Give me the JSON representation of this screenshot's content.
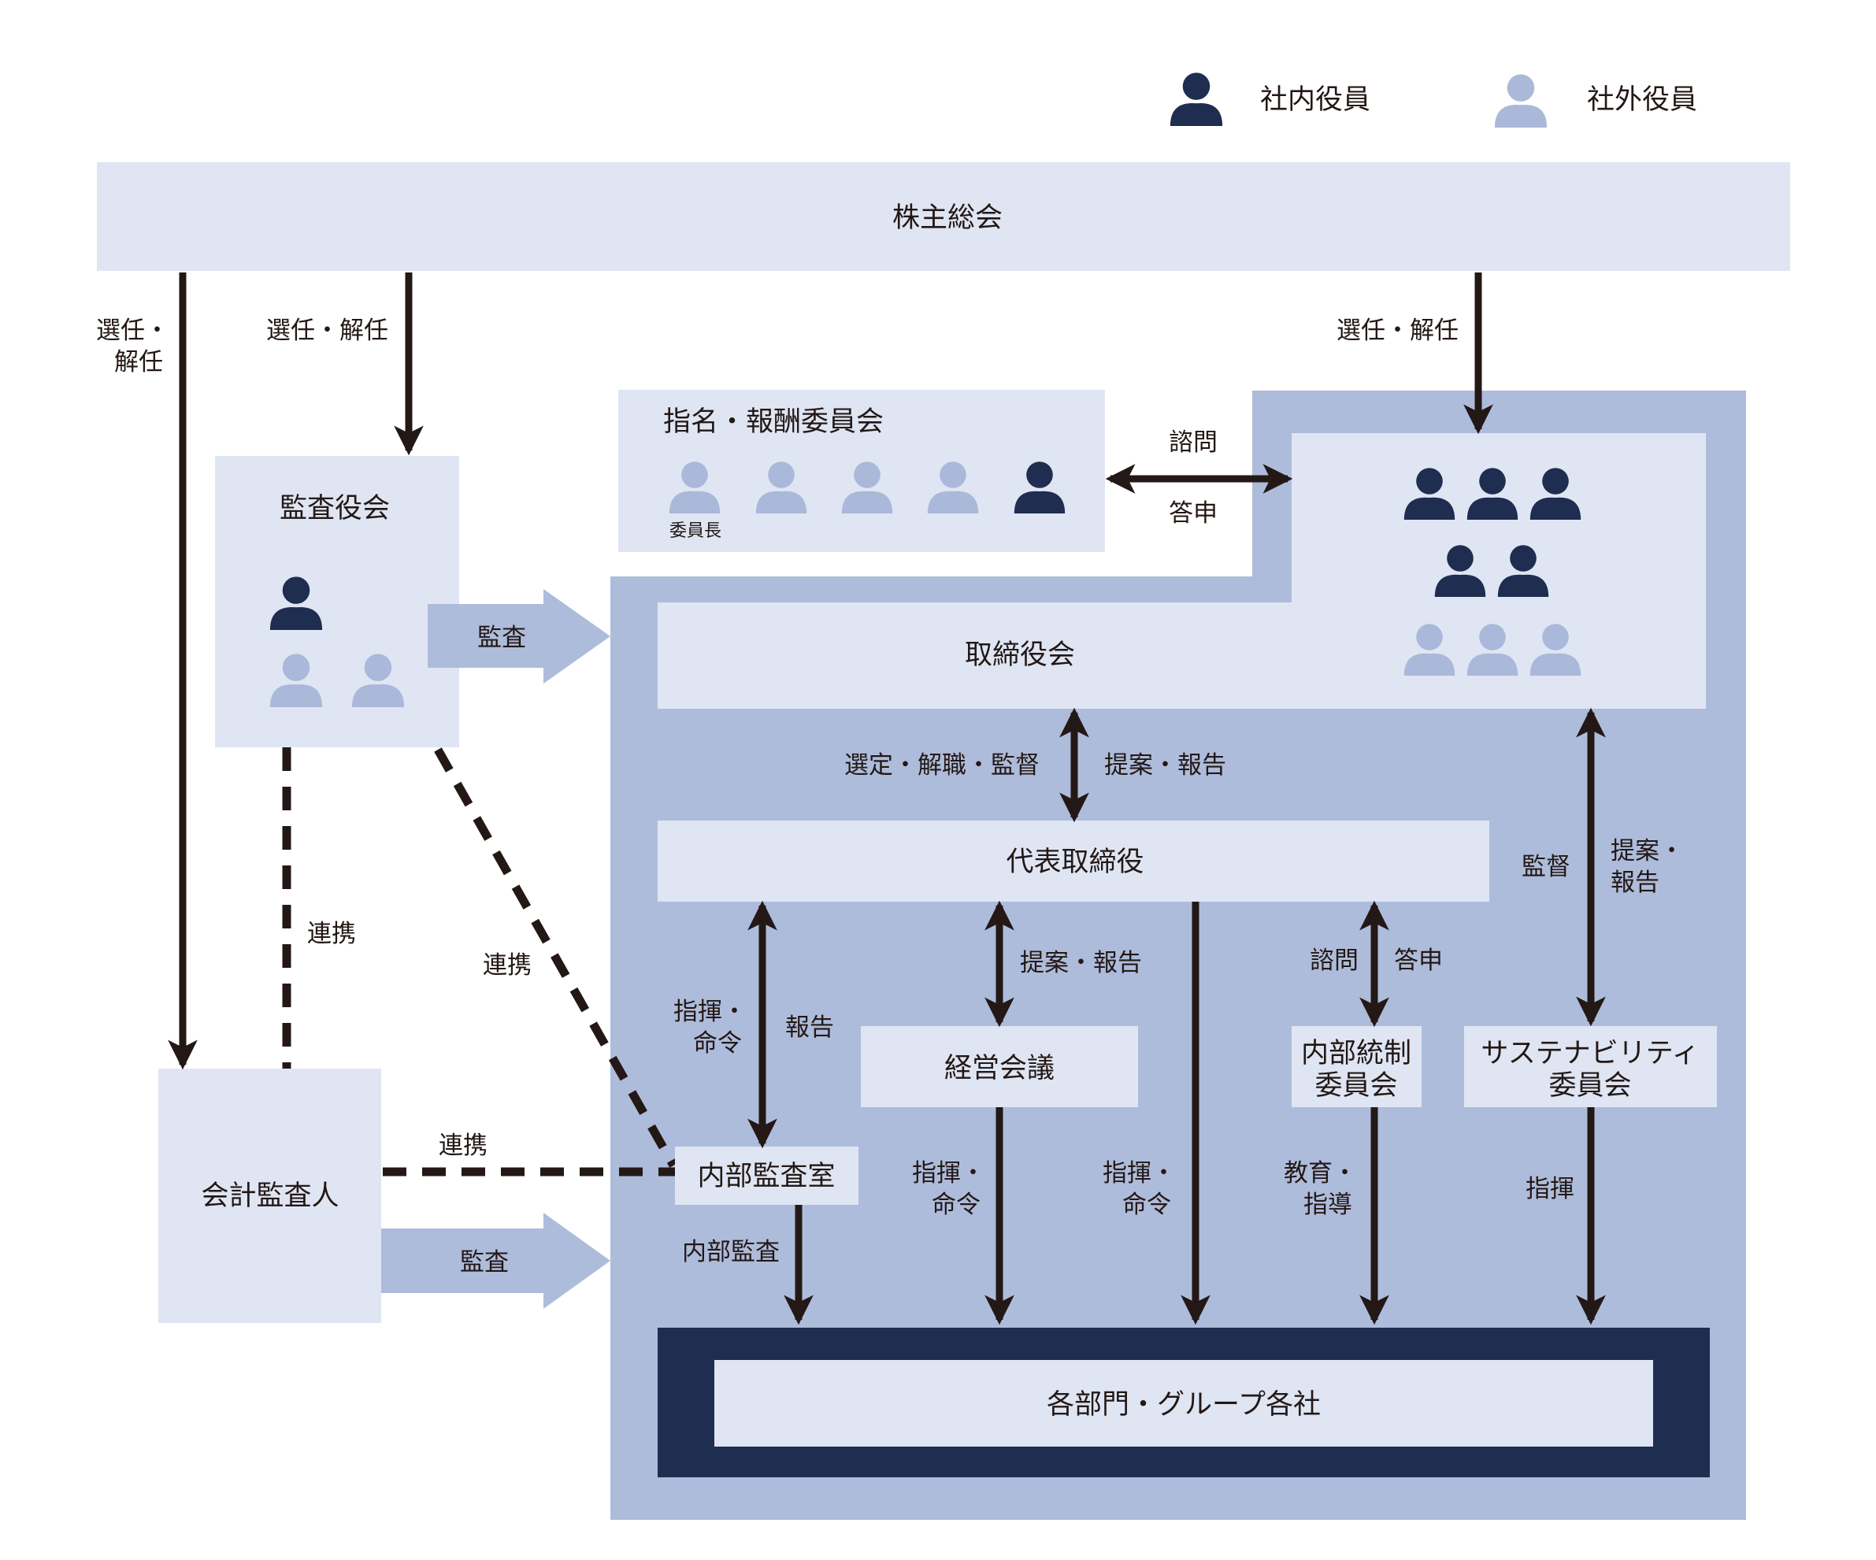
{
  "legend": {
    "internal": {
      "label": "社内役員",
      "color": "#1e2d50"
    },
    "external": {
      "label": "社外役員",
      "color": "#aab9d9"
    }
  },
  "colors": {
    "panel": "#dfe5f3",
    "board_area": "#aebcdb",
    "dark": "#1e2d50",
    "line": "#231815"
  },
  "nodes": {
    "shareholders": "株主総会",
    "audit_board": "監査役会",
    "nomination": "指名・報酬委員会",
    "chair_note": "委員長",
    "board": "取締役会",
    "representative": "代表取締役",
    "management": "経営会議",
    "internal_control": [
      "内部統制",
      "委員会"
    ],
    "sustainability": [
      "サステナビリティ",
      "委員会"
    ],
    "internal_audit": "内部監査室",
    "accounting_auditor": "会計監査人",
    "departments": "各部門・グループ各社"
  },
  "edges": {
    "elect_left": [
      "選任・",
      "解任"
    ],
    "elect_audit": "選任・解任",
    "elect_board": "選任・解任",
    "consult": "諮問",
    "report_answer": "答申",
    "audit_arrow_1": "監査",
    "audit_arrow_2": "監査",
    "appoint": "選定・解職・監督",
    "propose_report_1": "提案・報告",
    "command_left": [
      "指揮・",
      "命令"
    ],
    "report": "報告",
    "propose_report_2": "提案・報告",
    "consult_2": "諮問",
    "answer_2": "答申",
    "supervise": "監督",
    "propose_report_3": [
      "提案・",
      "報告"
    ],
    "cooperate_1": "連携",
    "cooperate_2": "連携",
    "cooperate_3": "連携",
    "internal_audit_edge": "内部監査",
    "command_mgmt": [
      "指揮・",
      "命令"
    ],
    "command_rep": [
      "指揮・",
      "命令"
    ],
    "educate": [
      "教育・",
      "指導"
    ],
    "direct": "指揮"
  }
}
